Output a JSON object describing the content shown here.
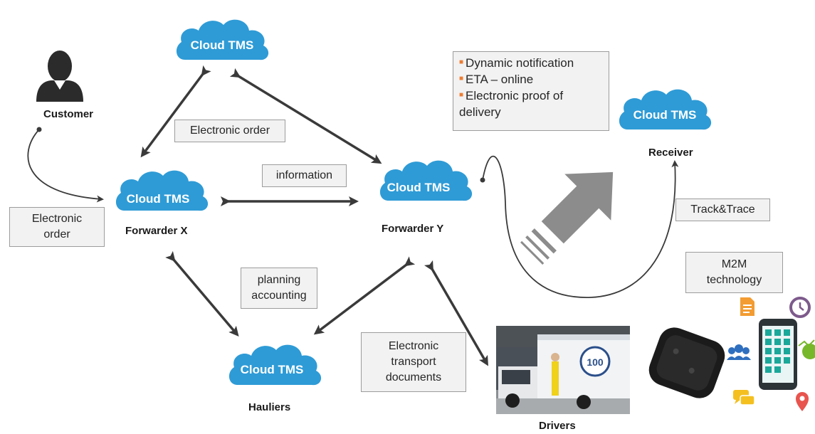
{
  "cloud_label": "Cloud TMS",
  "nodes": {
    "customer": "Customer",
    "forwarder_x": "Forwarder X",
    "forwarder_y": "Forwarder Y",
    "hauliers": "Hauliers",
    "receiver": "Receiver",
    "drivers": "Drivers"
  },
  "labels": {
    "electronic_order_left": [
      "Electronic",
      "order"
    ],
    "electronic_order_top": "Electronic order",
    "information": "information",
    "planning": [
      "planning",
      "accounting"
    ],
    "transport_docs": [
      "Electronic",
      "transport",
      "documents"
    ],
    "track_trace": "Track&Trace",
    "m2m": [
      "M2M",
      "technology"
    ]
  },
  "notification": [
    "Dynamic notification",
    "ETA – online",
    "Electronic proof of",
    "delivery"
  ],
  "colors": {
    "cloud": "#2e9bd6",
    "arrow": "#3a3a3a",
    "big_arrow": "#8c8c8c",
    "bullet": "#ed7d31",
    "box_bg": "#f2f2f2"
  },
  "icons": [
    "person-icon",
    "truck-photo",
    "gps-tracker-icon",
    "smartphone-icon",
    "document-icon",
    "clock-icon",
    "users-icon",
    "chat-icon",
    "pin-icon",
    "chart-icon"
  ]
}
